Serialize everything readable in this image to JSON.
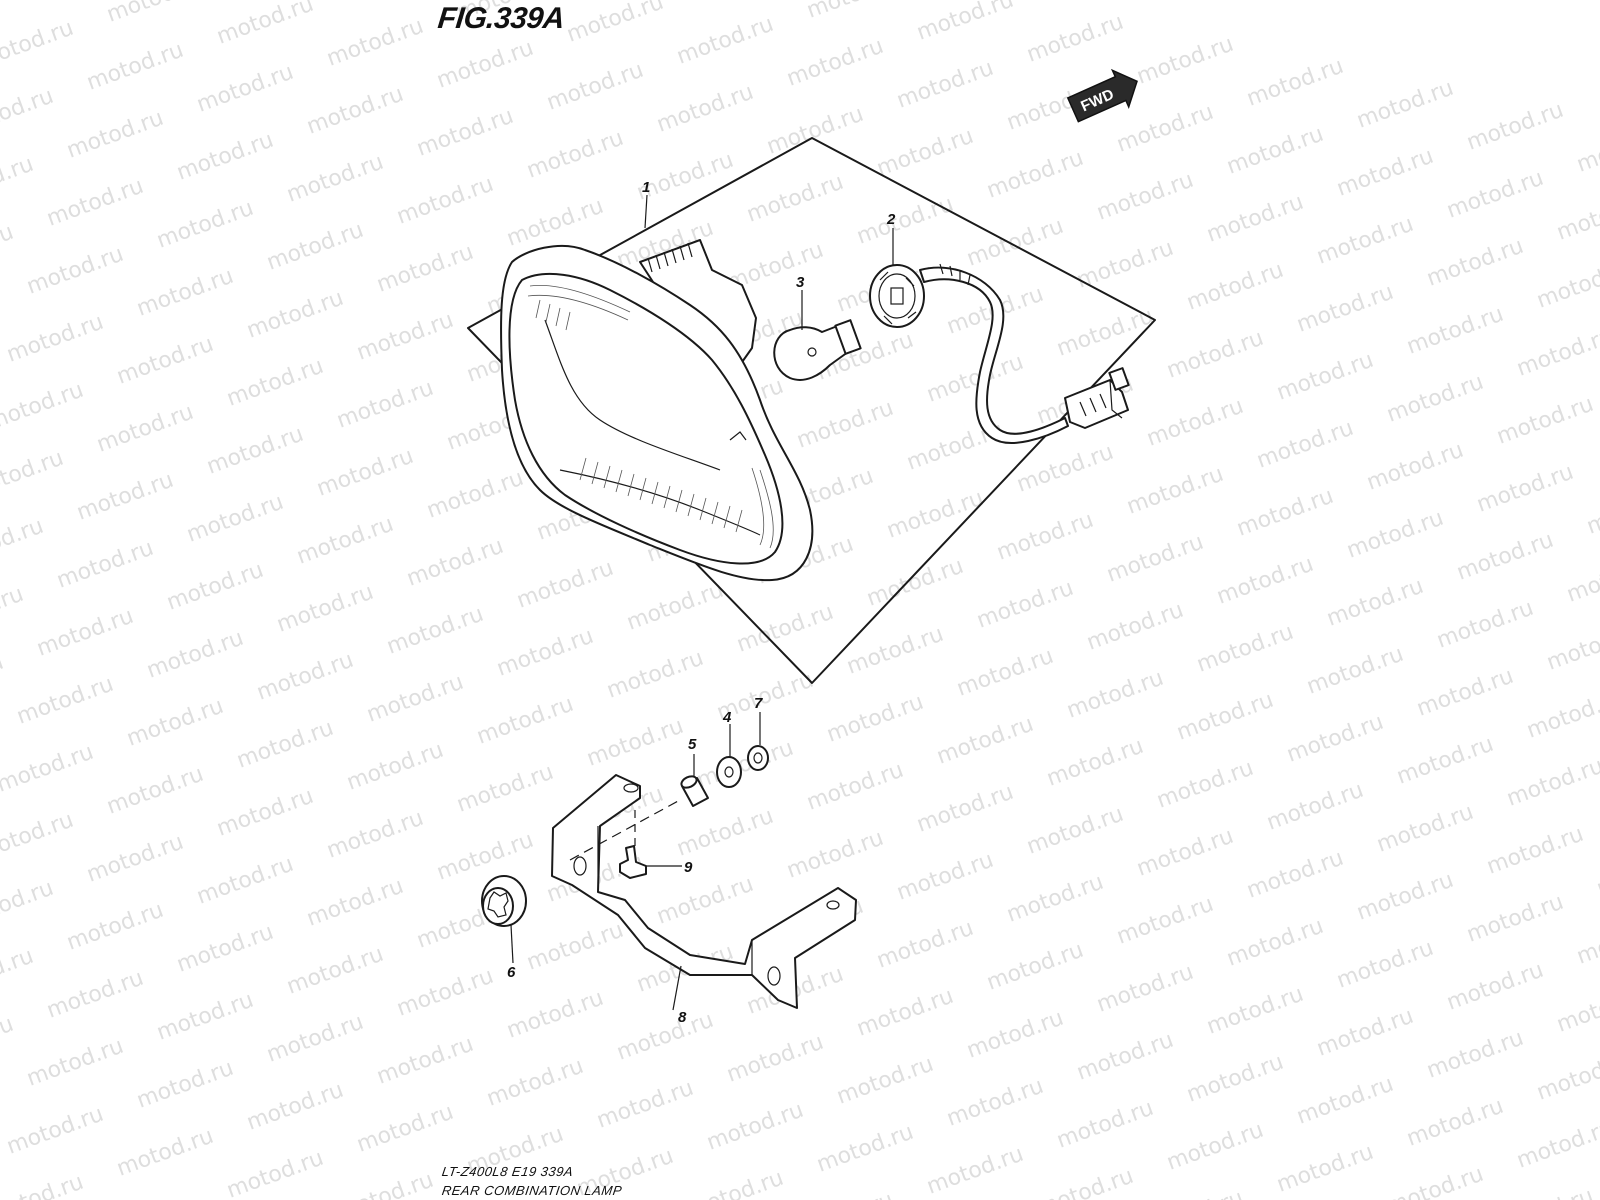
{
  "figure": {
    "title": "FIG.339A",
    "fwd_label": "FWD",
    "caption_code": "LT-Z400L8  E19  339A",
    "caption_name": "REAR COMBINATION LAMP",
    "watermark": "motod.ru"
  },
  "callouts": [
    "1",
    "2",
    "3",
    "4",
    "5",
    "6",
    "7",
    "8",
    "9"
  ],
  "icons": {
    "fwd": "fwd-arrow-icon"
  },
  "colors": {
    "line": "#1a1a1a",
    "watermark": "#dedede",
    "background": "#ffffff"
  }
}
